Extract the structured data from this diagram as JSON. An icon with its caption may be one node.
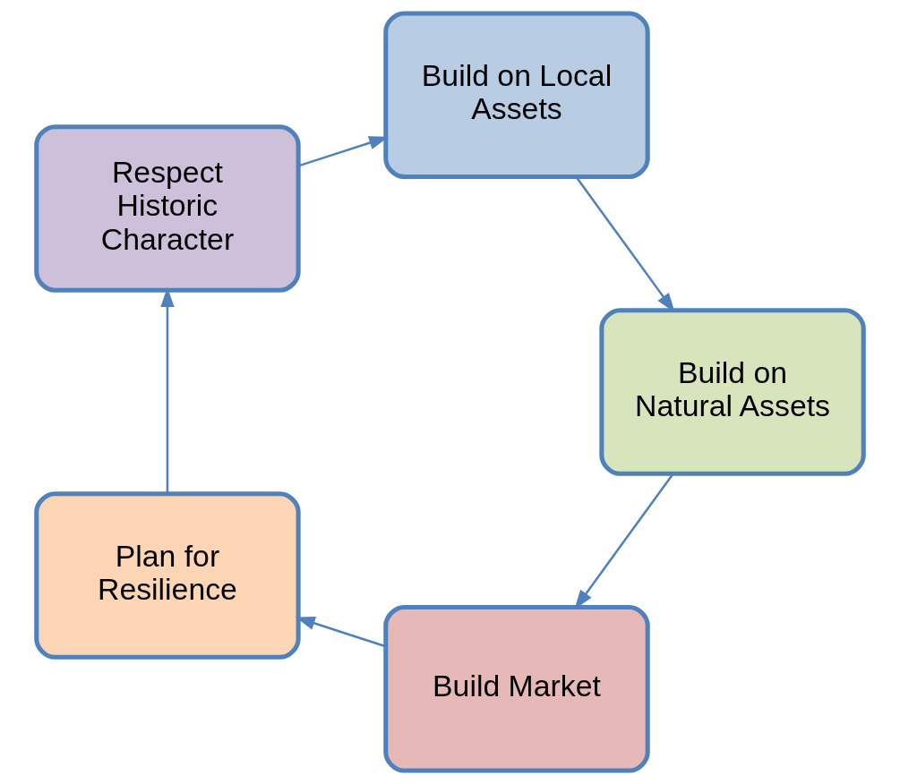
{
  "diagram": {
    "nodes": [
      {
        "text": [
          "Build Market"
        ]
      },
      {
        "text": [
          "Plan for Resilience"
        ]
      },
      {
        "text": [
          "Respect Historic Character"
        ]
      },
      {
        "text": [
          "Build on Local Assets"
        ]
      },
      {
        "text": [
          "Build on Natural Assets"
        ]
      }
    ],
    "edges": [
      {
        "from": 0,
        "to": 1,
        "arrow": "to"
      },
      {
        "from": 1,
        "to": 2,
        "arrow": "to"
      },
      {
        "from": 2,
        "to": 3,
        "arrow": "to"
      },
      {
        "from": 3,
        "to": 4,
        "arrow": "to"
      },
      {
        "from": 4,
        "to": 0,
        "arrow": "to"
      }
    ]
  }
}
